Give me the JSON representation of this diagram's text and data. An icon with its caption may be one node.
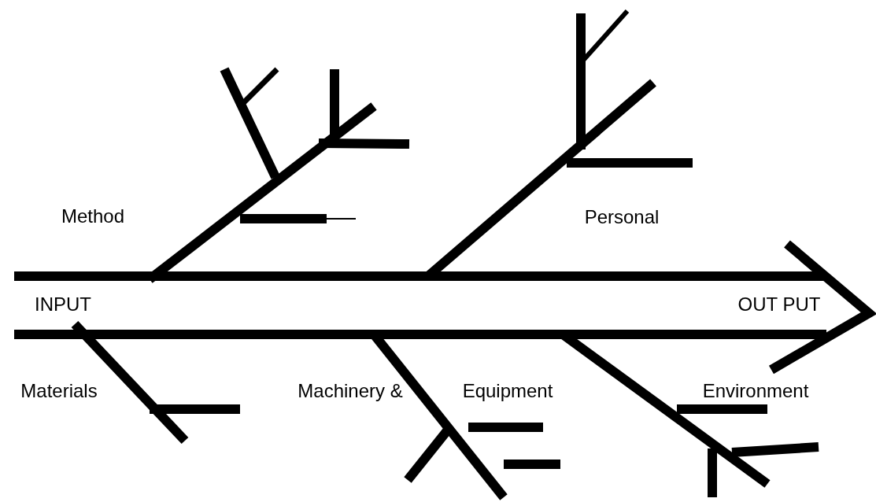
{
  "diagram": {
    "labels": [
      "Method",
      "Personal",
      "INPUT",
      "OUT PUT",
      "Materials",
      "Machinery &",
      "Equipment",
      "Environment"
    ]
  }
}
